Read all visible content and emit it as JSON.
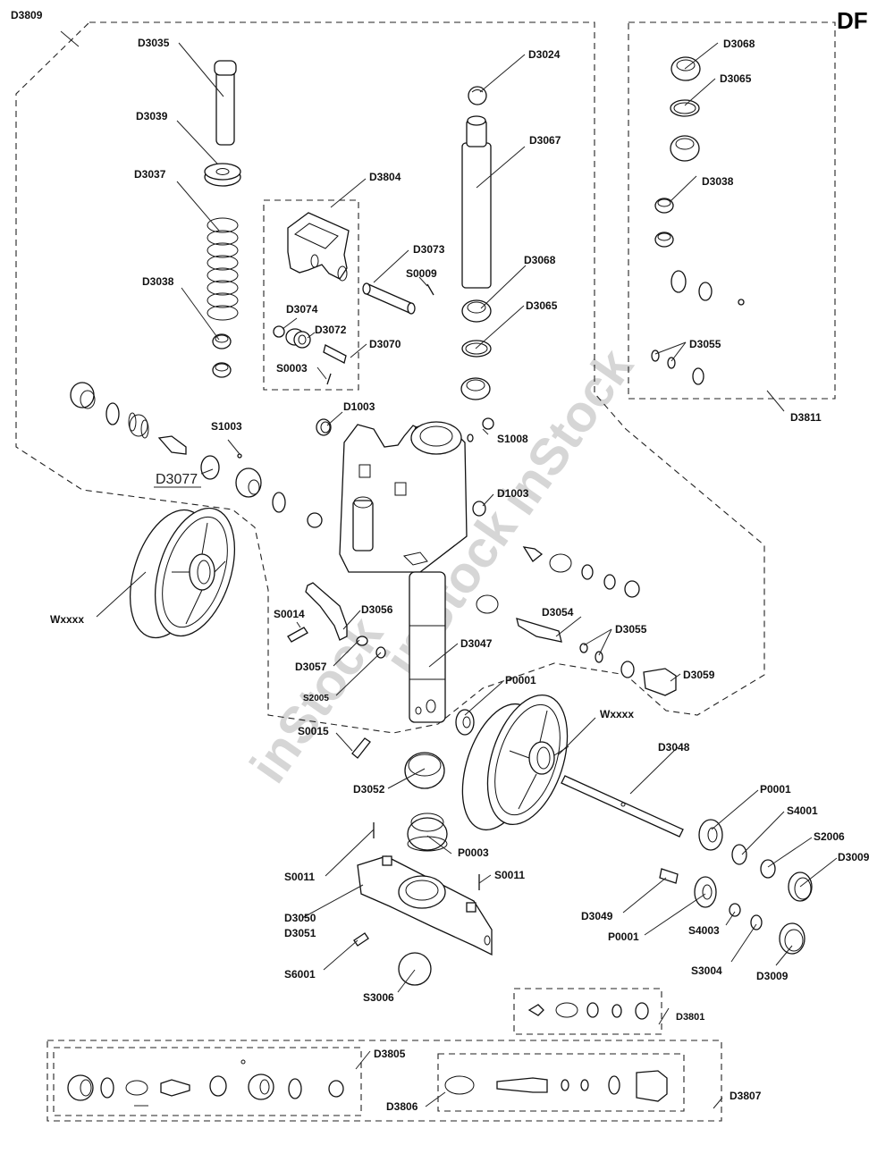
{
  "diagram": {
    "model_code": "DF",
    "watermark_text": "inStock",
    "callouts": {
      "d3809": "D3809",
      "d3035": "D3035",
      "d3039": "D3039",
      "d3037": "D3037",
      "d3038_top": "D3038",
      "d3804": "D3804",
      "d3073": "D3073",
      "s0009": "S0009",
      "d3074": "D3074",
      "d3072": "D3072",
      "d3070": "D3070",
      "s0003": "S0003",
      "d3024": "D3024",
      "d3067": "D3067",
      "d3068_mid": "D3068",
      "d3065_mid": "D3065",
      "d3068_kit": "D3068",
      "d3065_kit": "D3065",
      "d3038_kit": "D3038",
      "d3055_kit": "D3055",
      "d3811": "D3811",
      "d1003_top": "D1003",
      "s1008": "S1008",
      "d1003_side": "D1003",
      "s1003": "S1003",
      "d3077": "D3077",
      "wxxxx_left": "Wxxxx",
      "s0014": "S0014",
      "d3056": "D3056",
      "d3057": "D3057",
      "s2005": "S2005",
      "d3047": "D3047",
      "d3054": "D3054",
      "d3055_mid": "D3055",
      "d3059": "D3059",
      "p0001_top": "P0001",
      "wxxxx_right": "Wxxxx",
      "s0015": "S0015",
      "d3052": "D3052",
      "d3048": "D3048",
      "p0001_right": "P0001",
      "s4001": "S4001",
      "s2006": "S2006",
      "d3009_top": "D3009",
      "p0003": "P0003",
      "s0011_left": "S0011",
      "s0011_right": "S0011",
      "d3050": "D3050",
      "d3051": "D3051",
      "d3049": "D3049",
      "p0001_bottom": "P0001",
      "s4003": "S4003",
      "s3004": "S3004",
      "d3009_bottom": "D3009",
      "s6001": "S6001",
      "s3006": "S3006",
      "d3801": "D3801",
      "d3805": "D3805",
      "d3806": "D3806",
      "d3807": "D3807"
    }
  }
}
